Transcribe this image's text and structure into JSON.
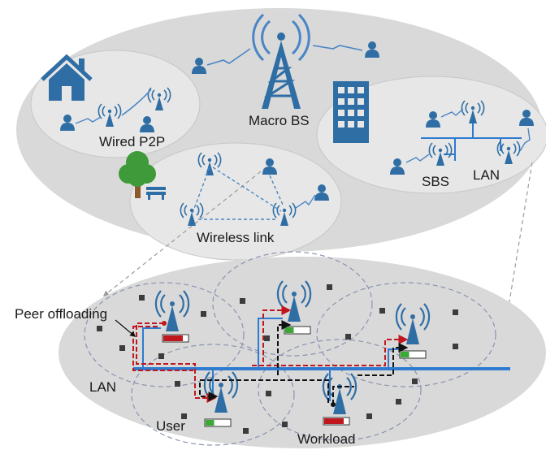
{
  "labels": {
    "macro_bs": "Macro BS",
    "wired_p2p": "Wired P2P",
    "wireless_link": "Wireless link",
    "sbs": "SBS",
    "lan_top": "LAN",
    "peer_offloading": "Peer offloading",
    "lan_bottom": "LAN",
    "user": "User",
    "workload": "Workload"
  },
  "icons": [
    "house-icon",
    "building-icon",
    "tree-icon",
    "bench-icon",
    "macro-tower-icon",
    "small-cell-antenna-icon",
    "user-icon",
    "user-square-icon"
  ],
  "workload_levels": [
    {
      "cell": "left",
      "level": 0.8,
      "color": "#c0171e"
    },
    {
      "cell": "top-middle",
      "level": 0.35,
      "color": "#3aa935"
    },
    {
      "cell": "right",
      "level": 0.35,
      "color": "#3aa935"
    },
    {
      "cell": "bottom-left",
      "level": 0.35,
      "color": "#3aa935"
    },
    {
      "cell": "bottom-middle",
      "level": 0.8,
      "color": "#c0171e"
    }
  ],
  "colors": {
    "antenna_blue": "#2f6ea5",
    "link_blue": "#4a86c5",
    "lan_blue": "#2e7bd0",
    "peer_red": "#c0171e",
    "peer_black": "#111111",
    "region_gray": "#d9d9d9"
  }
}
